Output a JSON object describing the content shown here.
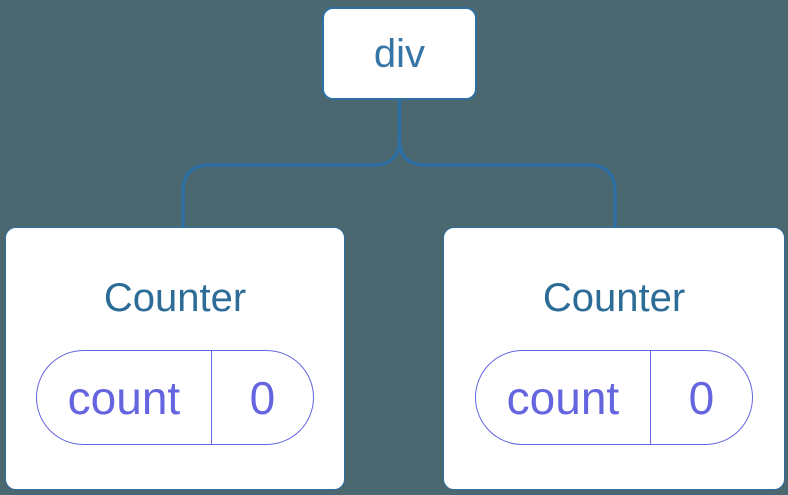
{
  "diagram": {
    "root": {
      "label": "div"
    },
    "children": [
      {
        "title": "Counter",
        "state_key": "count",
        "state_value": "0"
      },
      {
        "title": "Counter",
        "state_key": "count",
        "state_value": "0"
      }
    ]
  },
  "colors": {
    "background": "#4B6770",
    "line": "#2E70A3",
    "root_text": "#3575A5",
    "title_text": "#2C6C96",
    "state": "#6565E0",
    "card_bg": "#FFFFFF"
  }
}
